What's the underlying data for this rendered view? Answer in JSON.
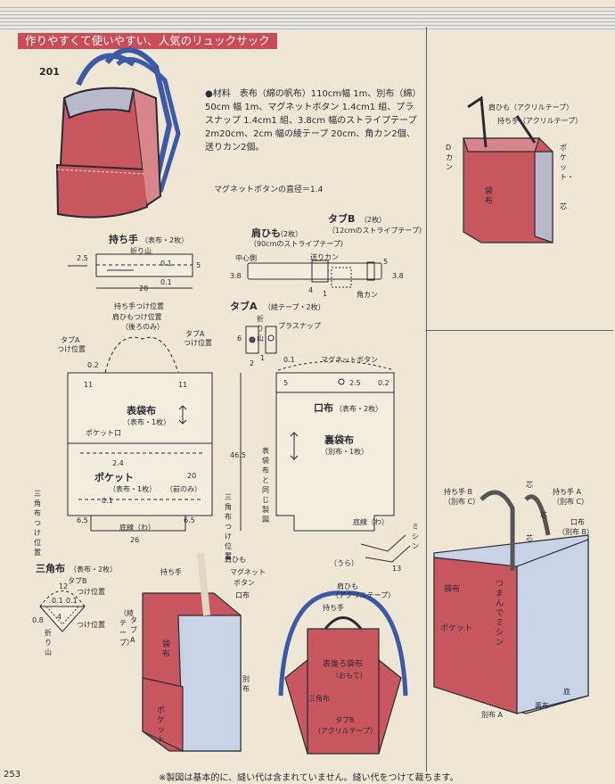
{
  "header": "作りやすくて使いやすい、人気のリュックサック",
  "item_number": "201",
  "materials": "●材料　表布（綿の帆布）110cm幅 1m、別布（綿）50cm 幅 1m、マグネットボタン 1.4cm1 組、プラスナップ 1.4cm1 組、3.8cm 幅のストライプテープ 2m20cm、2cm 幅の綾テープ 20cm、角カン2個、送りカン2個。",
  "magnet_note": "マグネットボタンの直径＝1.4",
  "mochite": {
    "title": "持ち手",
    "sub": "（表布・2枚）",
    "fold": "折り山",
    "d1": "2.5",
    "d2": "0.1",
    "d3": "5",
    "d4": "0.1",
    "d5": "28"
  },
  "katahimo": {
    "title": "肩ひも",
    "sub": "（2枚）",
    "stripe": "（90cmのストライプテープ）",
    "center": "中心側",
    "okurikan": "送りカン",
    "d1": "3.8",
    "d2": "5",
    "d3": "3.8",
    "d4": "4",
    "d5": "1",
    "kakukan": "角カン"
  },
  "tabb": {
    "title": "タブB",
    "sub": "（2枚）",
    "stripe": "（12cmのストライプテープ）"
  },
  "taba": {
    "title": "タブA",
    "sub": "（綾テープ・2枚）",
    "fold": "折り山",
    "snap": "プラスナップ",
    "d1": "6",
    "d2": "1",
    "d3": "2",
    "d4": "0.1"
  },
  "front": {
    "mochite_pos": "持ち手つけ位置",
    "katahimo_pos": "肩ひもつけ位置",
    "katahimo_pos2": "（後ろのみ）",
    "taba_pos": "タブA",
    "taba_pos2": "つけ位置",
    "taba_pos3": "タブA",
    "taba_pos4": "つけ位置",
    "d02": "0.2",
    "d11a": "11",
    "d11b": "11",
    "title": "表袋布",
    "sub": "（表布・1枚）",
    "pocket_mouth": "ポケット口",
    "d24": "2.4",
    "pocket": "ポケット",
    "pocket_sub": "（表布・1枚）",
    "pocket_sub2": "（前のみ）",
    "d20": "20",
    "d01": "0.1",
    "d65a": "6.5",
    "d65b": "6.5",
    "bottom": "底線（わ）",
    "width": "26",
    "sankaku_l": "三角布つけ位置",
    "sankaku_r": "三角布つけ位置",
    "height": "46.5"
  },
  "back": {
    "magnet": "マグネットボタン",
    "d5": "5",
    "d25": "2.5",
    "d02": "0.2",
    "kuchi": "口布",
    "kuchi_sub": "（表布・2枚）",
    "ura": "裏袋布",
    "ura_sub": "（別布・1枚）",
    "same": "表袋布と同じ製図",
    "bottom": "底線（わ）"
  },
  "sankaku": {
    "title": "三角布",
    "sub": "（表布・2枚）",
    "d12": "12",
    "tabb": "タブB",
    "tabb_pos": "つけ位置",
    "d01a": "0.1",
    "d01b": "0.1",
    "d08": "0.8",
    "d4": "4",
    "fold": "折り山",
    "tsukeichi": "つけ位置"
  },
  "sewing": {
    "ura": "（うら）",
    "mishin": "ミシン",
    "d13": "13"
  },
  "top_right": {
    "katahimo": "肩ひも（アクリルテープ）",
    "mochite": "持ち手（アクリルテープ）",
    "dkan": "Dカン",
    "pocket": "ポケット・",
    "shin": "芯",
    "fukuro": "袋布"
  },
  "bottom_left": {
    "katahimo": "肩ひも",
    "mochite": "持ち手",
    "magnet": "マグネット",
    "magnet2": "ボタン",
    "kuchi": "口布",
    "taba": "タブA",
    "taba2": "（綾テープ）",
    "fukuro": "袋布",
    "betsu": "別布",
    "pocket": "ポケット"
  },
  "bottom_mid": {
    "katahimo": "肩ひも",
    "katahimo2": "（アクリルテープ）",
    "mochite": "持ち手",
    "omote": "表後ろ袋布",
    "omote2": "（おもて）",
    "sankaku": "三角布",
    "tabb": "タブB",
    "tabb2": "（アクリルテープ）"
  },
  "bottom_right": {
    "mochite_b": "持ち手 B",
    "mochite_b2": "（別布 C）",
    "shin1": "芯",
    "mochite_a": "持ち手 A",
    "mochite_a2": "（別布 C）",
    "shin2": "芯",
    "shin3": "芯",
    "kuchi": "口布",
    "kuchi2": "（別布 B）",
    "fukuro": "袋布",
    "tsumande": "つまんでミシン",
    "pocket": "ポケット",
    "soko": "底",
    "betsu_a": "別布 A",
    "urafu": "裏布"
  },
  "page_number": "253",
  "footer_note": "※製図は基本的に、縫い代は含まれていません。縫い代をつけて裁ちます。"
}
